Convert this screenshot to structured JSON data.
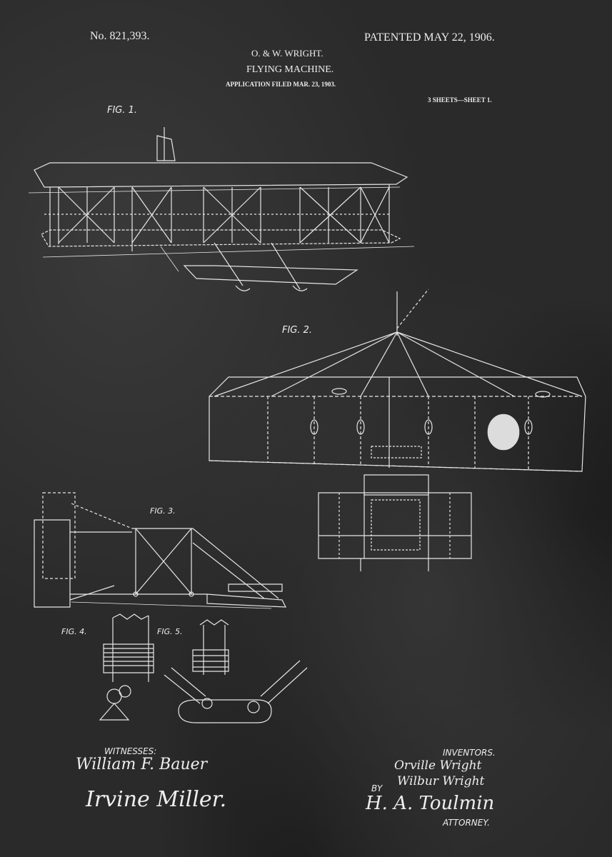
{
  "header": {
    "patent_number": "No. 821,393.",
    "patented_date": "PATENTED MAY 22, 1906.",
    "inventors_line": "O. & W. WRIGHT.",
    "title": "FLYING MACHINE.",
    "application": "APPLICATION FILED MAR. 23, 1903.",
    "sheets": "3 SHEETS—SHEET 1."
  },
  "figures": {
    "fig1": "FIG. 1.",
    "fig2": "FIG. 2.",
    "fig3": "FIG. 3.",
    "fig4": "FIG. 4.",
    "fig5": "FIG. 5."
  },
  "footer": {
    "witnesses_label": "WITNESSES:",
    "witness1": "William F. Bauer",
    "witness2": "Irvine Miller.",
    "inventors_label": "INVENTORS.",
    "inventor1": "Orville Wright",
    "inventor2": "Wilbur Wright",
    "by_label": "BY",
    "attorney_signature": "H. A. Toulmin",
    "attorney_label": "ATTORNEY."
  },
  "colors": {
    "background": "#2a2a2a",
    "ink": "#eeeeee"
  }
}
